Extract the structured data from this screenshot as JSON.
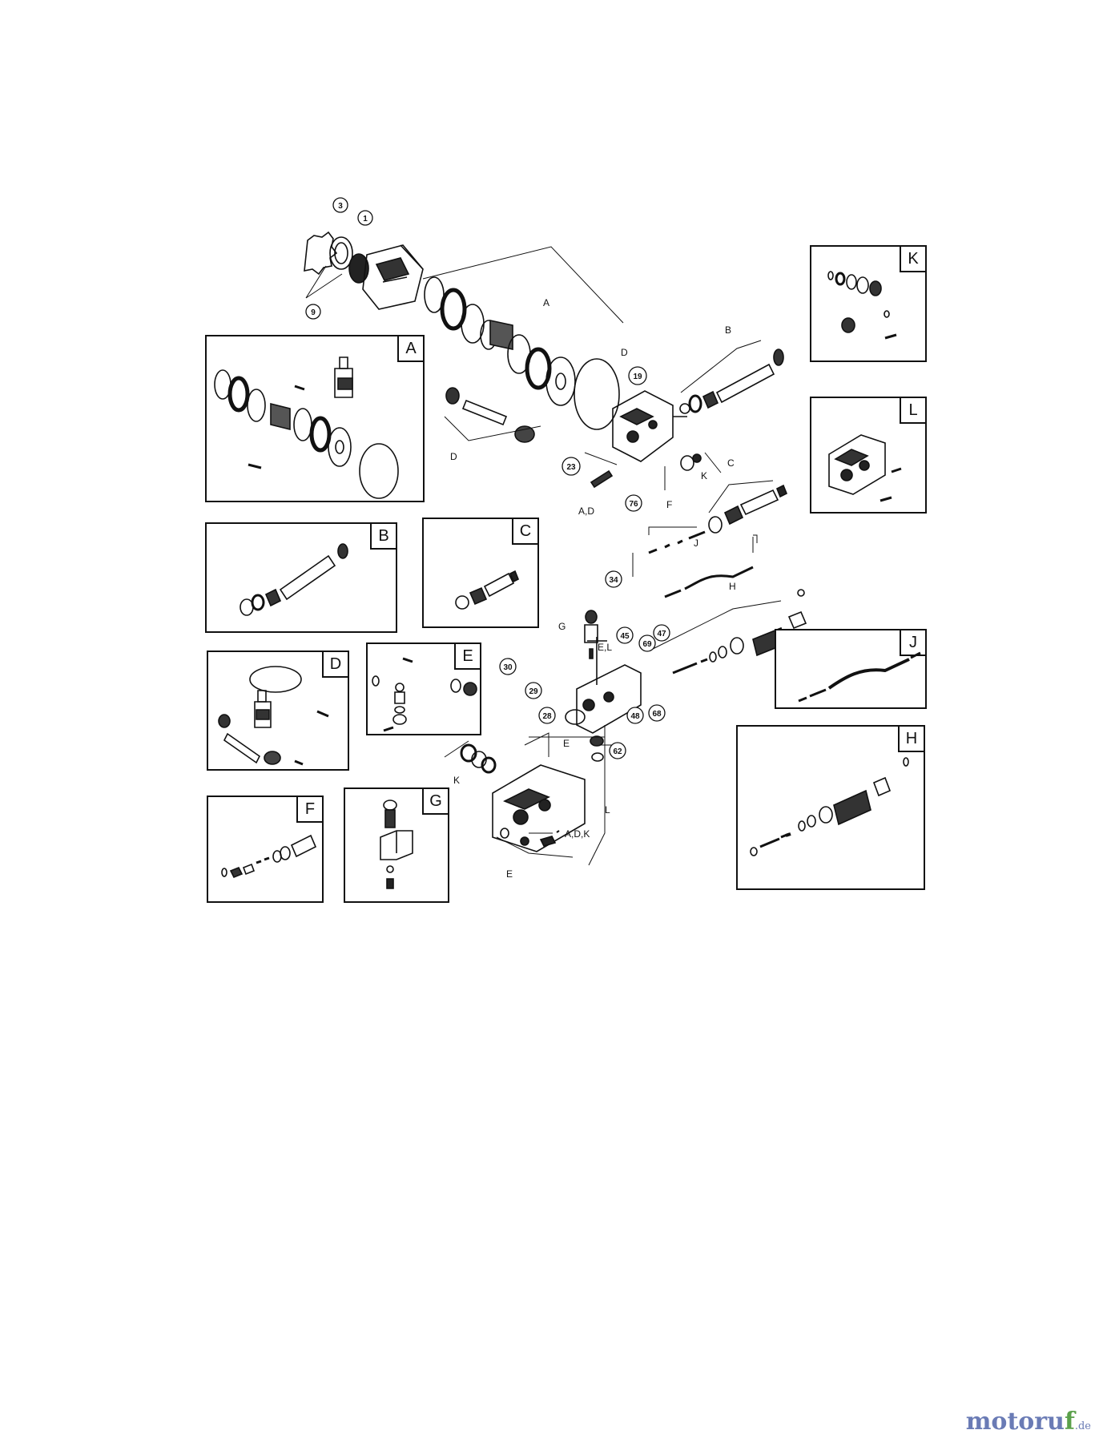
{
  "diagram": {
    "callouts": [
      "3",
      "1",
      "9",
      "19",
      "23",
      "76",
      "34",
      "45",
      "69",
      "47",
      "30",
      "29",
      "28",
      "48",
      "68",
      "62"
    ],
    "leader_labels": [
      "A",
      "D",
      "D",
      "B",
      "K",
      "A,D",
      "C",
      "F",
      "J",
      "H",
      "G",
      "E,L",
      "E",
      "K",
      "L",
      "A,D,K",
      "E"
    ],
    "kit_boxes": [
      {
        "id": "kit-a",
        "label": "A"
      },
      {
        "id": "kit-b",
        "label": "B"
      },
      {
        "id": "kit-c",
        "label": "C"
      },
      {
        "id": "kit-d",
        "label": "D"
      },
      {
        "id": "kit-e",
        "label": "E"
      },
      {
        "id": "kit-f",
        "label": "F"
      },
      {
        "id": "kit-g",
        "label": "G"
      },
      {
        "id": "kit-h",
        "label": "H"
      },
      {
        "id": "kit-j",
        "label": "J"
      },
      {
        "id": "kit-k",
        "label": "K"
      },
      {
        "id": "kit-l",
        "label": "L"
      }
    ]
  },
  "watermark": {
    "main": "motoru",
    "accent": "f",
    "suffix": ".de"
  },
  "colors": {
    "line": "#111111",
    "watermark_blue": "#6a7bb5",
    "watermark_green": "#5aa04a"
  }
}
